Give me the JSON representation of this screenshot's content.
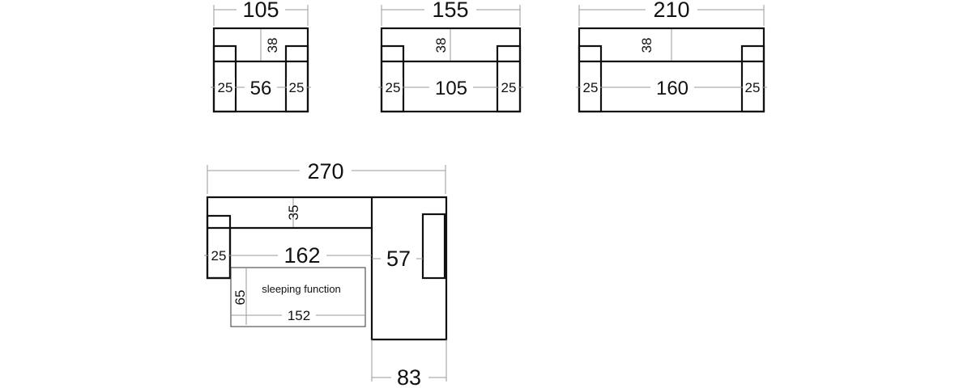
{
  "units": {
    "sofa_105": {
      "overall_width": "105",
      "back_depth": "38",
      "armrest_left": "25",
      "seat_width": "56",
      "armrest_right": "25"
    },
    "sofa_155": {
      "overall_width": "155",
      "back_depth": "38",
      "armrest_left": "25",
      "seat_width": "105",
      "armrest_right": "25"
    },
    "sofa_210": {
      "overall_width": "210",
      "back_depth": "38",
      "armrest_left": "25",
      "seat_width": "160",
      "armrest_right": "25"
    },
    "corner_sofa": {
      "overall_width": "270",
      "back_depth": "35",
      "armrest_left": "25",
      "seat_width": "162",
      "chaise_width": "57",
      "chaise_outer_width": "83",
      "sleeping_area_label": "sleeping function",
      "sleeping_depth": "65",
      "sleeping_width": "152"
    }
  }
}
